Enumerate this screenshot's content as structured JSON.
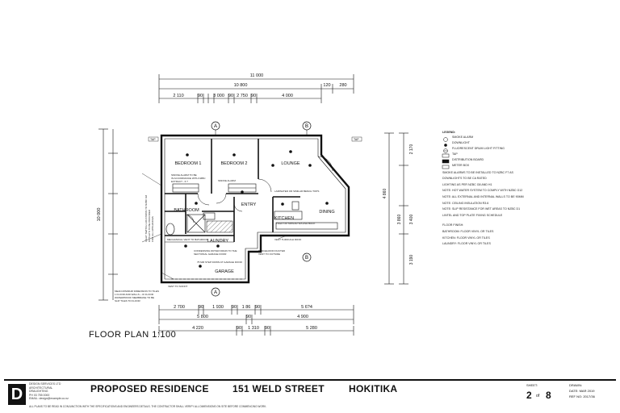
{
  "title_block": {
    "project": "PROPOSED RESIDENCE",
    "address": "151 WELD STREET",
    "town": "HOKITIKA",
    "sheet_label": "SHEET:",
    "sheet": "2",
    "of": "of",
    "total": "8",
    "drawn_label": "DRAWN:",
    "date": "DATE: MAR 2019",
    "ref": "REF NO: 2017/36",
    "logo": "D"
  },
  "plan_title": "FLOOR PLAN 1:100",
  "rooms": {
    "bedroom1": "BEDROOM 1",
    "bedroom2": "BEDROOM 2",
    "lounge": "LOUNGE",
    "bathroom": "BATHROOM",
    "laundry": "LAUNDRY",
    "entry": "ENTRY",
    "kitchen": "KITCHEN",
    "dining": "DINING",
    "garage": "GARAGE"
  },
  "dimensions": {
    "top_overall": "11 000",
    "top_sub": "10 800",
    "top_a": "120",
    "top_b": "280",
    "top_row": [
      "2 110",
      "90",
      "3 000",
      "90",
      "2 750",
      "90",
      "4 000"
    ],
    "bottom_row1": [
      "2 700",
      "90",
      "1 930",
      "90",
      "1 86",
      "90",
      "5 6?4"
    ],
    "bottom_row2": [
      "5 800",
      "90",
      "4 900"
    ],
    "bottom_row3": [
      "4 220",
      "90",
      "1 310",
      "90",
      "5 280"
    ],
    "left_overall": "10 000",
    "right_row": [
      "2 170",
      "4 860",
      "3 400",
      "3 860",
      "3 190"
    ]
  },
  "grid_markers": [
    "A",
    "B",
    "B",
    "A"
  ],
  "legend": {
    "title": "LEGEND:",
    "items": [
      "SMOKE ALARM",
      "DOWNLIGHT",
      "FLUORESCENT DRUM LIGHT FITTING",
      "TAP",
      "DISTRIBUTION BOARD",
      "METER BOX"
    ],
    "notes": [
      "SMOKE ALARMS TO BE INSTALLED TO NZBC F7 AS",
      "DOWNLIGHTS TO BE CA RATED",
      "LIGHTING AS PER NZBC G8 AND H1",
      "NOTE: HOT WATER SYSTEM TO COMPLY WITH NZBC G12",
      "NOTE: ALL EXTERNAL AND INTERNAL WALLS TO BE 90MM",
      "NOTE: CEILING INSULATION R3.6",
      "NOTE: SLIP RESISTANCE FOR WET AREAS TO NZBC D1",
      "LINTEL AND TOP PLATE FIXING SCHEDULE",
      "FLOOR FINISH:",
      "BATHROOM: FLOOR VINYL OR TILES",
      "KITCHEN: FLOOR VINYL OR TILES",
      "LAUNDRY: FLOOR VINYL OR TILES"
    ]
  },
  "firm_lines": [
    "DESIGN SERVICES LTD",
    "ARCHITECTURAL",
    "DRAUGHTING",
    "PH 03 755 0000",
    "EMAIL: design@example.co.nz"
  ],
  "fineprint": "ALL PLANS TO BE READ IN CONJUNCTION WITH THE SPECIFICATIONS AND ENGINEERS DETAILS. THE CONTRACTOR SHALL VERIFY ALL DIMENSIONS ON SITE BEFORE COMMENCING WORK."
}
